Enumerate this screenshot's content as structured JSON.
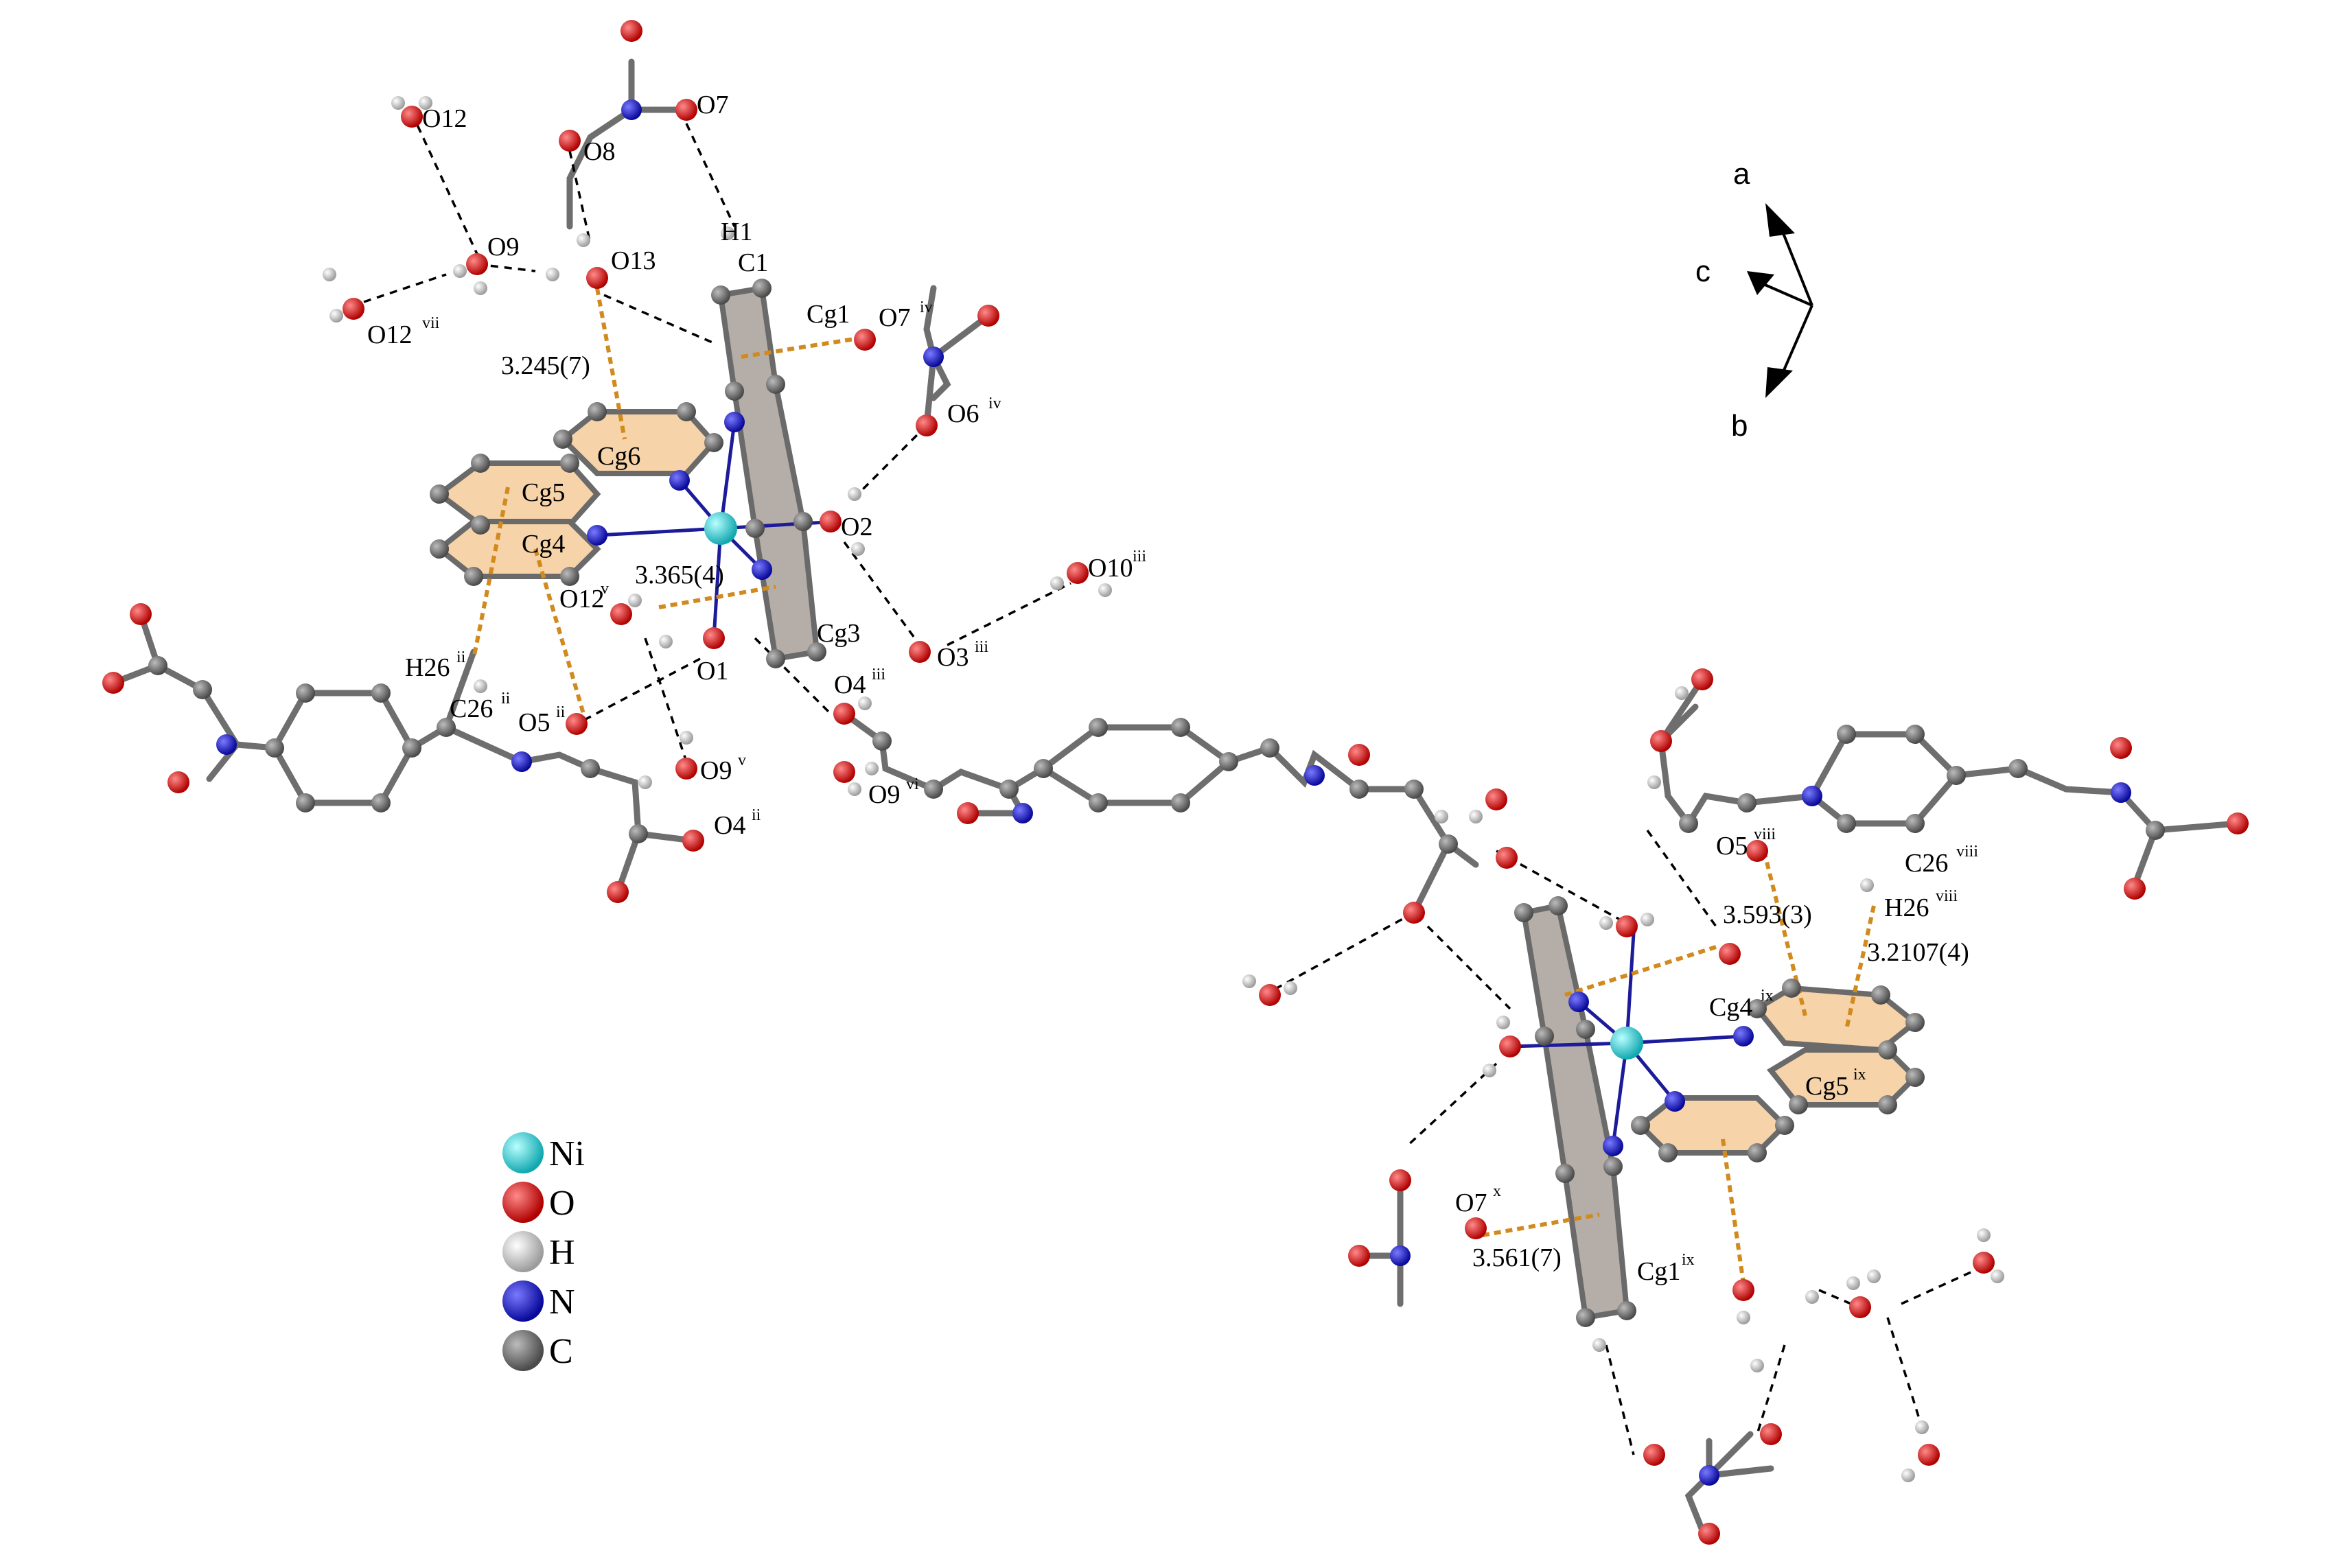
{
  "labels": {
    "O12": "O12",
    "O8": "O8",
    "O7": "O7",
    "O9": "O9",
    "O13": "O13",
    "O12vii": "O12",
    "O12vii_sup": "vii",
    "H1": "H1",
    "C1": "C1",
    "Cg1": "Cg1",
    "O7iv": "O7",
    "O7iv_sup": "iv",
    "O6iv": "O6",
    "O6iv_sup": "iv",
    "d1": "3.245(7)",
    "Cg6": "Cg6",
    "Cg5": "Cg5",
    "Cg4": "Cg4",
    "O2": "O2",
    "d2": "3.365(4)",
    "O12v": "O12",
    "O12v_sup": "v",
    "O10iii": "O10",
    "O10iii_sup": "iii",
    "Cg3": "Cg3",
    "H26ii": "H26",
    "H26ii_sup": "ii",
    "O1": "O1",
    "O3iii": "O3",
    "O3iii_sup": "iii",
    "O4iii": "O4",
    "O4iii_sup": "iii",
    "C26ii": "C26",
    "C26ii_sup": "ii",
    "O5ii": "O5",
    "O5ii_sup": "ii",
    "O9v": "O9",
    "O9v_sup": "v",
    "O9vi": "O9",
    "O9vi_sup": "vi",
    "O4ii": "O4",
    "O4ii_sup": "ii",
    "O5viii": "O5",
    "O5viii_sup": "viii",
    "C26viii": "C26",
    "C26viii_sup": "viii",
    "H26viii": "H26",
    "H26viii_sup": "viii",
    "d3": "3.593(3)",
    "d4": "3.2107(4)",
    "Cg4ix": "Cg4",
    "Cg4ix_sup": "ix",
    "Cg5ix": "Cg5",
    "Cg5ix_sup": "ix",
    "O7x": "O7",
    "O7x_sup": "x",
    "d5": "3.561(7)",
    "Cg1ix": "Cg1",
    "Cg1ix_sup": "ix"
  },
  "axes": {
    "a": "a",
    "b": "b",
    "c": "c"
  },
  "legend": [
    {
      "element": "Ni",
      "color": "#27d3d3"
    },
    {
      "element": "O",
      "color": "#e01010"
    },
    {
      "element": "H",
      "color": "#d8d8d8"
    },
    {
      "element": "N",
      "color": "#1a1ad0"
    },
    {
      "element": "C",
      "color": "#7a7a7a"
    }
  ]
}
